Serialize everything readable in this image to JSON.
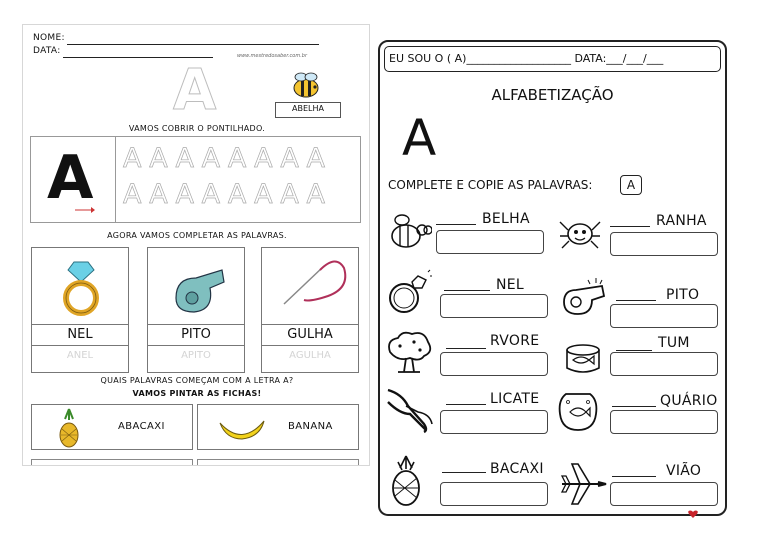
{
  "left_sheet": {
    "header": {
      "name_label": "NOME:",
      "date_label": "DATA:",
      "site": "www.mestredosaber.com.br"
    },
    "letter": "A",
    "word_label": "ABELHA",
    "trace_instruction": "VAMOS COBRIR O PONTILHADO.",
    "trace_row_1": "AAAAAAAA",
    "trace_row_2": "AAAAAAAA",
    "complete_instruction": "AGORA VAMOS COMPLETAR AS PALAVRAS.",
    "cards": [
      {
        "word": "NEL",
        "ghost": "ANEL",
        "icon": "ring-icon"
      },
      {
        "word": "PITO",
        "ghost": "APITO",
        "icon": "whistle-icon"
      },
      {
        "word": "GULHA",
        "ghost": "AGULHA",
        "icon": "needle-icon"
      }
    ],
    "question_line_1": "QUAIS  PALAVRAS COMEÇAM COM A LETRA A?",
    "question_line_2": "VAMOS PINTAR AS FICHAS!",
    "fruits": [
      {
        "name": "ABACAXI",
        "icon": "pineapple-icon"
      },
      {
        "name": "BANANA",
        "icon": "banana-icon"
      }
    ]
  },
  "right_sheet": {
    "header": "EU SOU O ( A)___________________ DATA:___/___/___",
    "title": "ALFABETIZAÇÃO",
    "letter": "A",
    "instruction": "COMPLETE E COPIE AS PALAVRAS:",
    "instruction_letter": "A",
    "items": [
      {
        "suffix": "BELHA",
        "icon": "bee-icon"
      },
      {
        "suffix": "RANHA",
        "icon": "spider-icon"
      },
      {
        "suffix": "NEL",
        "icon": "ring-icon"
      },
      {
        "suffix": "PITO",
        "icon": "whistle-icon"
      },
      {
        "suffix": "RVORE",
        "icon": "tree-icon"
      },
      {
        "suffix": "TUM",
        "icon": "tuna-can-icon"
      },
      {
        "suffix": "LICATE",
        "icon": "pliers-icon"
      },
      {
        "suffix": "QUÁRIO",
        "icon": "aquarium-icon"
      },
      {
        "suffix": "BACAXI",
        "icon": "pineapple-icon"
      },
      {
        "suffix": "VIÃO",
        "icon": "airplane-icon"
      }
    ]
  },
  "colors": {
    "ink": "#111111",
    "ghost_text": "#d4d4d4",
    "ring_gold": "#e0a526",
    "gem_blue": "#6ad0e6",
    "whistle_teal": "#7fbfbf",
    "banana_yellow": "#f2d21b",
    "pineapple_yellow": "#e8b82a",
    "needle_thread": "#b0305a"
  }
}
